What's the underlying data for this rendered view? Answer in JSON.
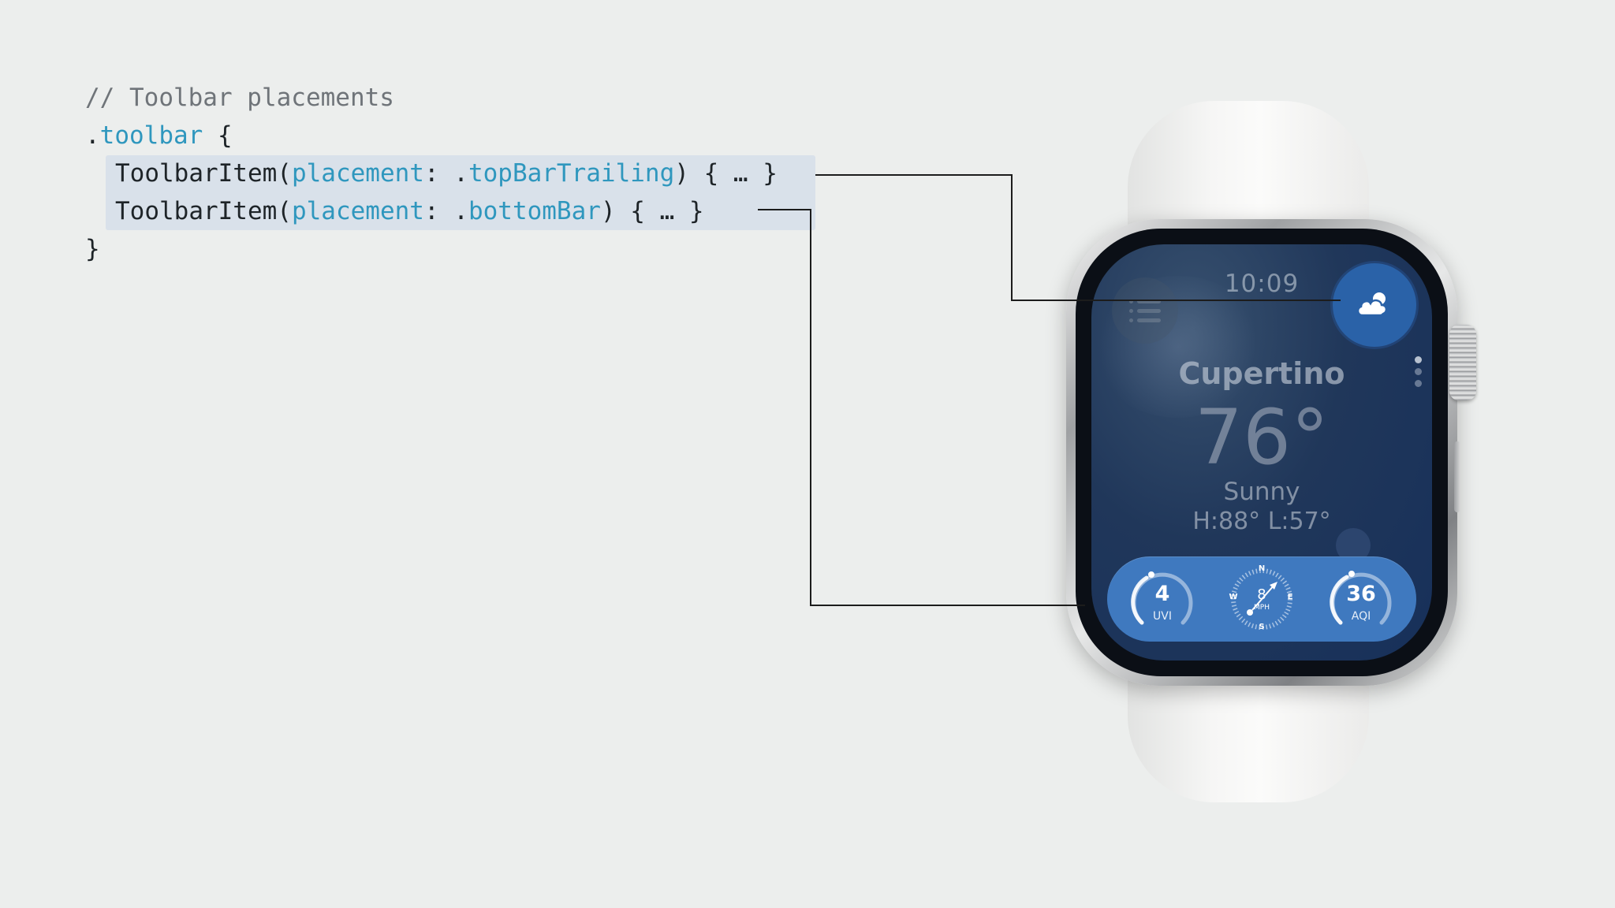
{
  "code": {
    "comment": "// Toolbar placements",
    "line_toolbar_dot": ".",
    "line_toolbar_kw": "toolbar",
    "line_toolbar_brace": " {",
    "item1": {
      "name": "ToolbarItem(",
      "param": "placement",
      "colon": ": .",
      "value": "topBarTrailing",
      "tail": ") { … }"
    },
    "item2": {
      "name": "ToolbarItem(",
      "param": "placement",
      "colon": ": .",
      "value": "bottomBar",
      "tail": ") { … }"
    },
    "closing_brace": "}"
  },
  "watch": {
    "time": "10:09",
    "city": "Cupertino",
    "temperature": "76°",
    "condition": "Sunny",
    "high_low": "H:88° L:57°",
    "top_trailing_icon": "cloud-sun-icon",
    "top_leading_icon": "list-icon",
    "bottom_bar": {
      "uvi": {
        "value": "4",
        "label": "UVI"
      },
      "wind": {
        "value": "8",
        "unit": "MPH",
        "n": "N",
        "e": "E",
        "s": "S",
        "w": "W"
      },
      "aqi": {
        "value": "36",
        "label": "AQI"
      }
    }
  },
  "colors": {
    "background": "#eceeed",
    "code_highlight": "#d9e1ea",
    "keyword": "#2f97be",
    "top_button": "#2a62a8",
    "bottom_bar": "#3f79bf"
  }
}
